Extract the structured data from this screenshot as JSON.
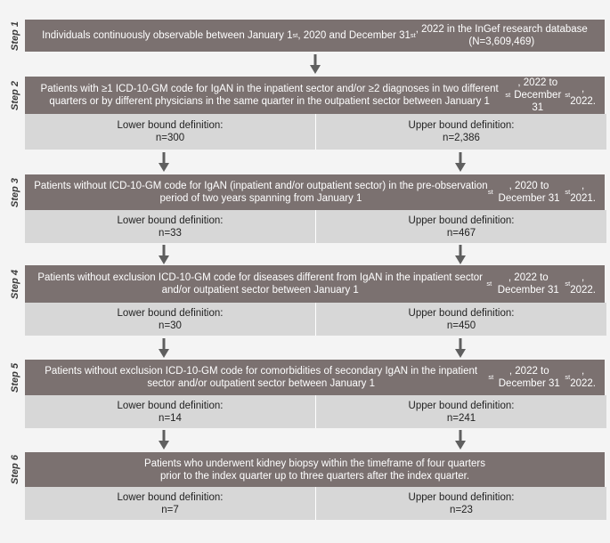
{
  "steps": [
    {
      "label": "Step 1",
      "text_html": "Individuals continuously observable between January 1<sup>st</sup>, 2020 and December 31<sup>st</sup>, 2022 in the InGef research database<br>(N=3,609,469)"
    },
    {
      "label": "Step 2",
      "text_html": "Patients with ≥1 ICD-10-GM code for IgAN in the inpatient sector and/or ≥2 diagnoses in two different quarters or by different physicians in the same quarter in the outpatient sector between January 1<sup>st</sup>, 2022 to December 31<sup>st</sup>, 2022.",
      "lower": {
        "title": "Lower bound definition:",
        "n": "n=300"
      },
      "upper": {
        "title": "Upper bound definition:",
        "n": "n=2,386"
      }
    },
    {
      "label": "Step 3",
      "text_html": "Patients without ICD-10-GM code for IgAN (inpatient and/or outpatient sector) in the pre-observation period of two years spanning from January 1<sup>st</sup>, 2020 to December 31<sup>st</sup>, 2021.",
      "lower": {
        "title": "Lower bound definition:",
        "n": "n=33"
      },
      "upper": {
        "title": "Upper bound definition:",
        "n": "n=467"
      }
    },
    {
      "label": "Step 4",
      "text_html": "Patients without exclusion ICD-10-GM code for diseases different from IgAN in the inpatient sector and/or outpatient sector between January 1<sup>st</sup>, 2022 to December 31<sup>st</sup>, 2022.",
      "lower": {
        "title": "Lower bound definition:",
        "n": "n=30"
      },
      "upper": {
        "title": "Upper bound definition:",
        "n": "n=450"
      }
    },
    {
      "label": "Step 5",
      "text_html": "Patients without exclusion ICD-10-GM code for comorbidities of secondary IgAN in the inpatient sector and/or outpatient sector between January 1<sup>st</sup>, 2022 to December 31<sup>st</sup>, 2022.",
      "lower": {
        "title": "Lower bound definition:",
        "n": "n=14"
      },
      "upper": {
        "title": "Upper bound definition:",
        "n": "n=241"
      }
    },
    {
      "label": "Step 6",
      "text_html": "Patients who underwent kidney biopsy within the timeframe of four quarters<br>prior to the index quarter up to three quarters after the index quarter.",
      "lower": {
        "title": "Lower bound definition:",
        "n": "n=7"
      },
      "upper": {
        "title": "Upper bound definition:",
        "n": "n=23"
      }
    }
  ],
  "colors": {
    "dark_box": "#7b7170",
    "light_box": "#d7d7d7",
    "arrow": "#5f5f5f",
    "background": "#f4f4f4"
  }
}
